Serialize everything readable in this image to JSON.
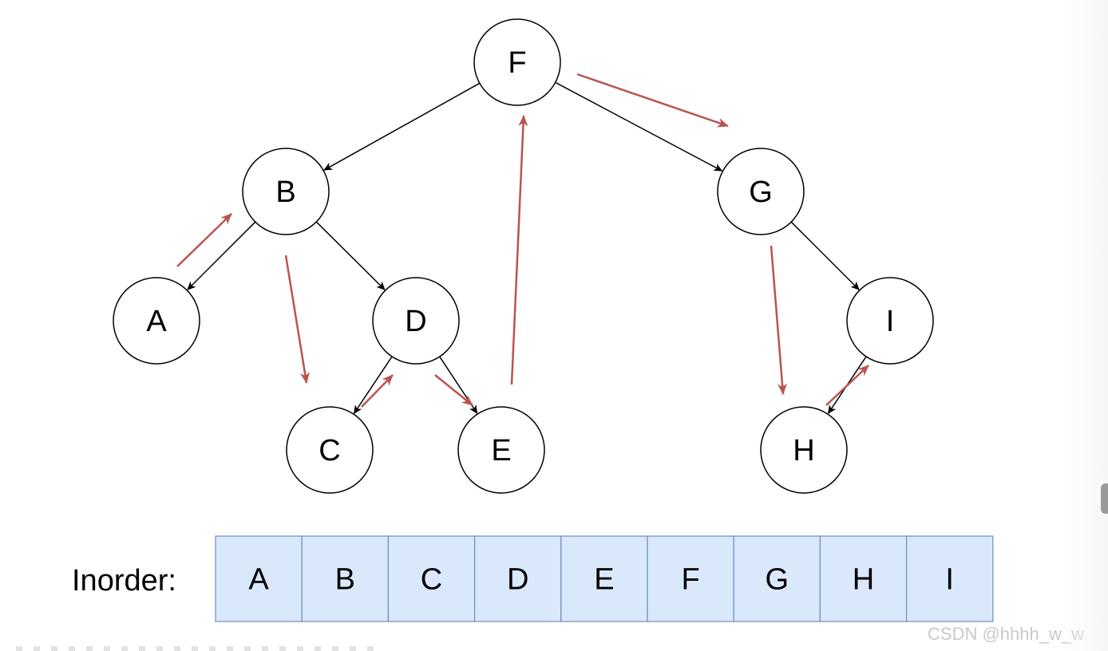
{
  "nodes": [
    {
      "id": "F",
      "label": "F"
    },
    {
      "id": "B",
      "label": "B"
    },
    {
      "id": "G",
      "label": "G"
    },
    {
      "id": "A",
      "label": "A"
    },
    {
      "id": "D",
      "label": "D"
    },
    {
      "id": "I",
      "label": "I"
    },
    {
      "id": "C",
      "label": "C"
    },
    {
      "id": "E",
      "label": "E"
    },
    {
      "id": "H",
      "label": "H"
    }
  ],
  "edges": [
    {
      "from": "F",
      "to": "B"
    },
    {
      "from": "F",
      "to": "G"
    },
    {
      "from": "B",
      "to": "A"
    },
    {
      "from": "B",
      "to": "D"
    },
    {
      "from": "D",
      "to": "C"
    },
    {
      "from": "D",
      "to": "E"
    },
    {
      "from": "G",
      "to": "I"
    },
    {
      "from": "I",
      "to": "H"
    }
  ],
  "traversal_arrows": [
    {
      "from": "A",
      "to": "B"
    },
    {
      "from": "B",
      "to": "C"
    },
    {
      "from": "C",
      "to": "D"
    },
    {
      "from": "D",
      "to": "E"
    },
    {
      "from": "E",
      "to": "F"
    },
    {
      "from": "F",
      "to": "G"
    },
    {
      "from": "G",
      "to": "H"
    },
    {
      "from": "H",
      "to": "I"
    }
  ],
  "inorder": {
    "label": "Inorder:",
    "cells": [
      "A",
      "B",
      "C",
      "D",
      "E",
      "F",
      "G",
      "H",
      "I"
    ]
  },
  "colors": {
    "node_stroke": "#000000",
    "edge": "#000000",
    "traversal": "#b85450",
    "cell_fill": "#dae8fc",
    "cell_stroke": "#6c8ebf"
  },
  "watermark": "CSDN @hhhh_w_w"
}
